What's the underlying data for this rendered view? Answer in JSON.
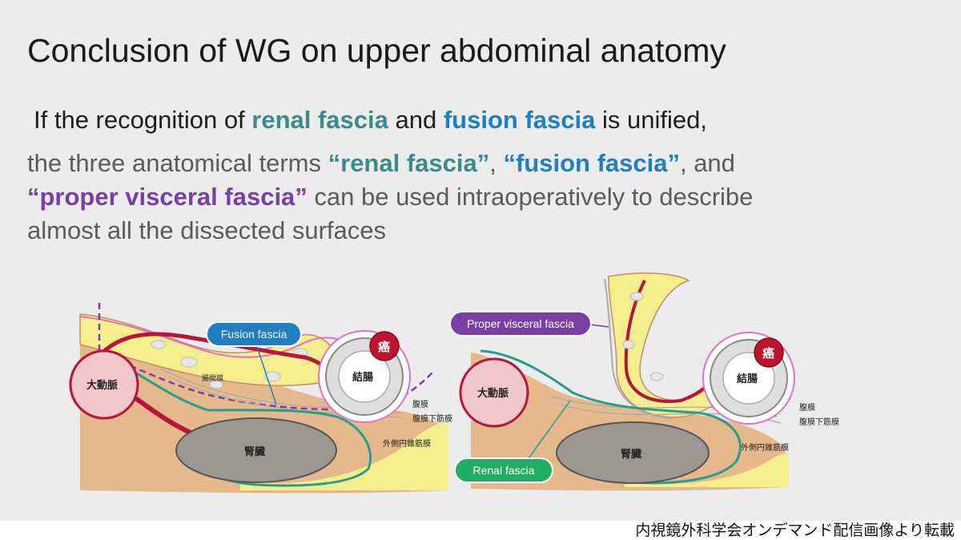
{
  "slide": {
    "title": "Conclusion of WG on upper abdominal anatomy",
    "line1": {
      "pre": "If the recognition of ",
      "renal": "renal fascia",
      "mid": " and ",
      "fusion": "fusion fascia",
      "post": " is unified,"
    },
    "line2": {
      "pre": "the three anatomical terms ",
      "renal": "“renal fascia”",
      "mid": ", ",
      "fusion": "“fusion fascia”",
      "post": ", and"
    },
    "line3": {
      "proper": "“proper visceral fascia”",
      "post": " can be used intraoperatively to describe"
    },
    "line4": "almost all the dissected surfaces"
  },
  "colors": {
    "teal": "#3b8a8d",
    "blue": "#1f7fc1",
    "purple": "#7a3fa5",
    "green": "#1fae63",
    "fat_yellow": "#f4ef8c",
    "retroperitoneum": "#e6b98d",
    "kidney": "#9d9791",
    "aorta": "#f2c7c9",
    "vessel": "#b5163c"
  },
  "diagram_left": {
    "callout": "Fusion fascia",
    "aorta": "大動脈",
    "kidney": "腎臓",
    "colon": "結腸",
    "cancer": "癌",
    "mesentery": "腸間膜",
    "peritoneum": "腹膜",
    "subperitoneal": "腹膜下筋膜",
    "outer_cone": "外側円錐筋膜"
  },
  "diagram_right": {
    "callout_proper": "Proper visceral fascia",
    "callout_renal": "Renal fascia",
    "aorta": "大動脈",
    "kidney": "腎臓",
    "colon": "結腸",
    "cancer": "癌",
    "peritoneum": "腹膜",
    "subperitoneal": "腹膜下筋膜",
    "outer_cone": "外側円錐筋膜"
  },
  "footer": "内視鏡外科学会オンデマンド配信画像より転載"
}
